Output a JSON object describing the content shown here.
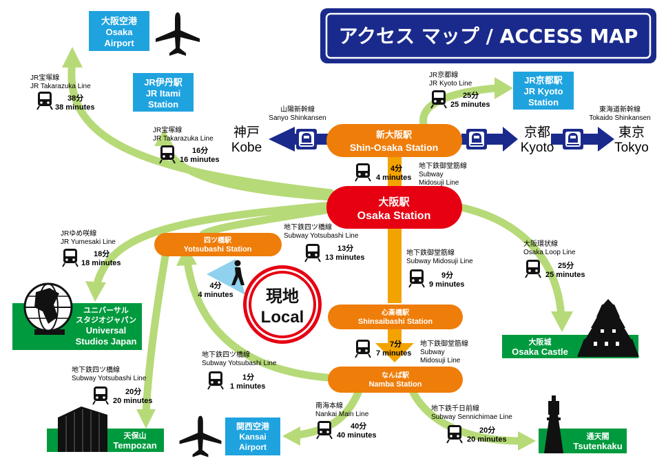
{
  "title": "アクセス マップ / ACCESS MAP",
  "colors": {
    "navy": "#1a2a8c",
    "orange": "#ef7d0a",
    "red": "#e60012",
    "blue": "#1fa3df",
    "green": "#009a3e",
    "arrow": "#b6da78",
    "subway": "#f3a300"
  },
  "places": {
    "osaka_airport": {
      "ja": "大阪空港",
      "en1": "Osaka",
      "en2": "Airport"
    },
    "itami": {
      "ja": "JR伊丹駅",
      "en1": "JR Itami",
      "en2": "Station"
    },
    "kyoto_station": {
      "ja": "JR京都駅",
      "en1": "JR Kyoto",
      "en2": "Station"
    },
    "shin_osaka": {
      "ja": "新大阪駅",
      "en": "Shin-Osaka Station"
    },
    "osaka": {
      "ja": "大阪駅",
      "en": "Osaka Station"
    },
    "yotsubashi": {
      "ja": "四ツ橋駅",
      "en": "Yotsubashi Station"
    },
    "shinsaibashi": {
      "ja": "心斎橋駅",
      "en": "Shinsaibashi Station"
    },
    "namba": {
      "ja": "なんば駅",
      "en": "Namba Station"
    },
    "usj": {
      "ja1": "ユニバーサル",
      "ja2": "スタジオジャパン",
      "en1": "Universal",
      "en2": "Studios Japan"
    },
    "osaka_castle": {
      "ja": "大阪城",
      "en": "Osaka Castle"
    },
    "tempozan": {
      "ja": "天保山",
      "en": "Tempozan"
    },
    "kansai_airport": {
      "ja": "関西空港",
      "en1": "Kansai",
      "en2": "Airport"
    },
    "tsutenkaku": {
      "ja": "通天閣",
      "en": "Tsutenkaku"
    },
    "local": {
      "ja": "現地",
      "en": "Local"
    }
  },
  "cities": {
    "kobe": {
      "ja": "神戸",
      "en": "Kobe"
    },
    "kyoto": {
      "ja": "京都",
      "en": "Kyoto"
    },
    "tokyo": {
      "ja": "東京",
      "en": "Tokyo"
    }
  },
  "lines": {
    "sanyo": {
      "ja": "山陽新幹線",
      "en": "Sanyo Shinkansen"
    },
    "tokaido": {
      "ja": "東海道新幹線",
      "en": "Tokaido Shinkansen"
    },
    "jr_kyoto": {
      "ja": "JR京都線",
      "en": "JR Kyoto Line",
      "ja_time": "25分",
      "en_time": "25 minutes"
    },
    "jr_takarazuka_airport": {
      "ja": "JR宝塚線",
      "en": "JR Takarazuka Line",
      "ja_time": "38分",
      "en_time": "38 minutes"
    },
    "jr_takarazuka_itami": {
      "ja": "JR宝塚線",
      "en": "JR Takarazuka Line",
      "ja_time": "16分",
      "en_time": "16 minutes"
    },
    "midosuji_1": {
      "ja": "地下鉄御堂筋線",
      "en1": "Subway",
      "en2": "Midosuji Line",
      "ja_time": "4分",
      "en_time": "4 minutes"
    },
    "yumesaki": {
      "ja": "JRゆめ咲線",
      "en": "JR Yumesaki Line",
      "ja_time": "18分",
      "en_time": "18 minutes"
    },
    "yotsubashi_1": {
      "ja": "地下鉄四ツ橋線",
      "en": "Subway Yotsubashi Line",
      "ja_time": "13分",
      "en_time": "13 minutes"
    },
    "midosuji_2": {
      "ja": "地下鉄御堂筋線",
      "en": "Subway Midosuji Line",
      "ja_time": "9分",
      "en_time": "9 minutes"
    },
    "loop": {
      "ja": "大阪環状線",
      "en": "Osaka Loop Line",
      "ja_time": "25分",
      "en_time": "25 minutes"
    },
    "walk": {
      "ja_time": "4分",
      "en_time": "4 minutes"
    },
    "midosuji_3": {
      "ja": "地下鉄御堂筋線",
      "en1": "Subway",
      "en2": "Midosuji Line",
      "ja_time": "7分",
      "en_time": "7 minutes"
    },
    "yotsubashi_2": {
      "ja": "地下鉄四ツ橋線",
      "en": "Subway Yotsubashi Line",
      "ja_time": "1分",
      "en_time": "1 minutes"
    },
    "yotsubashi_3": {
      "ja": "地下鉄四ツ橋線",
      "en": "Subway Yotsubashi Line",
      "ja_time": "20分",
      "en_time": "20 minutes"
    },
    "nankai": {
      "ja": "南海本線",
      "en": "Nankai Main Line",
      "ja_time": "40分",
      "en_time": "40 minutes"
    },
    "sennichimae": {
      "ja": "地下鉄千日前線",
      "en": "Subway Sennichimae Line",
      "ja_time": "20分",
      "en_time": "20 minutes"
    }
  }
}
